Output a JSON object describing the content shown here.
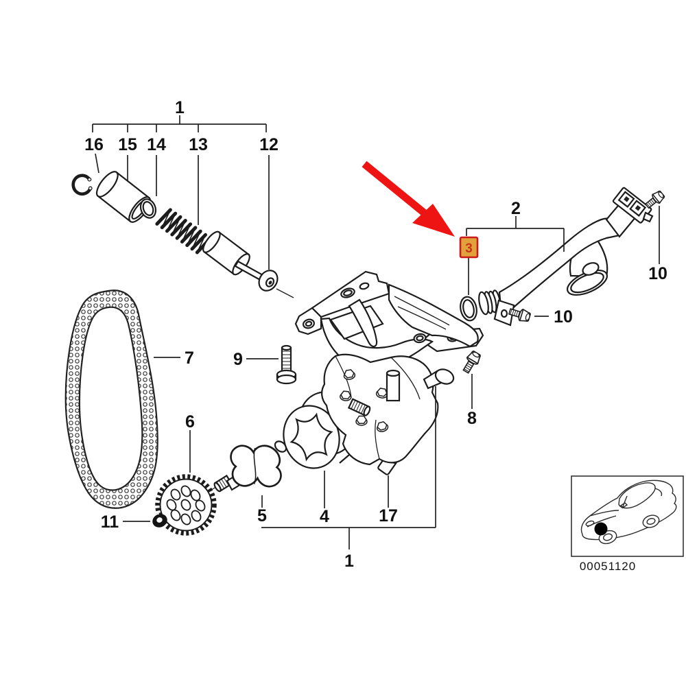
{
  "diagram": {
    "code": "00051120",
    "colors": {
      "arrow": "#ee1414",
      "highlight_fill": "#e2a23b",
      "highlight_border": "#cc1a1a",
      "line": "#1c1c1c"
    },
    "callouts": {
      "group_top": "1",
      "group_bottom": "1",
      "p2": "2",
      "p3": "3",
      "p4": "4",
      "p5": "5",
      "p6": "6",
      "p7": "7",
      "p8": "8",
      "p9": "9",
      "p10a": "10",
      "p10b": "10",
      "p11": "11",
      "p12": "12",
      "p13": "13",
      "p14": "14",
      "p15": "15",
      "p16": "16",
      "p17": "17"
    }
  }
}
